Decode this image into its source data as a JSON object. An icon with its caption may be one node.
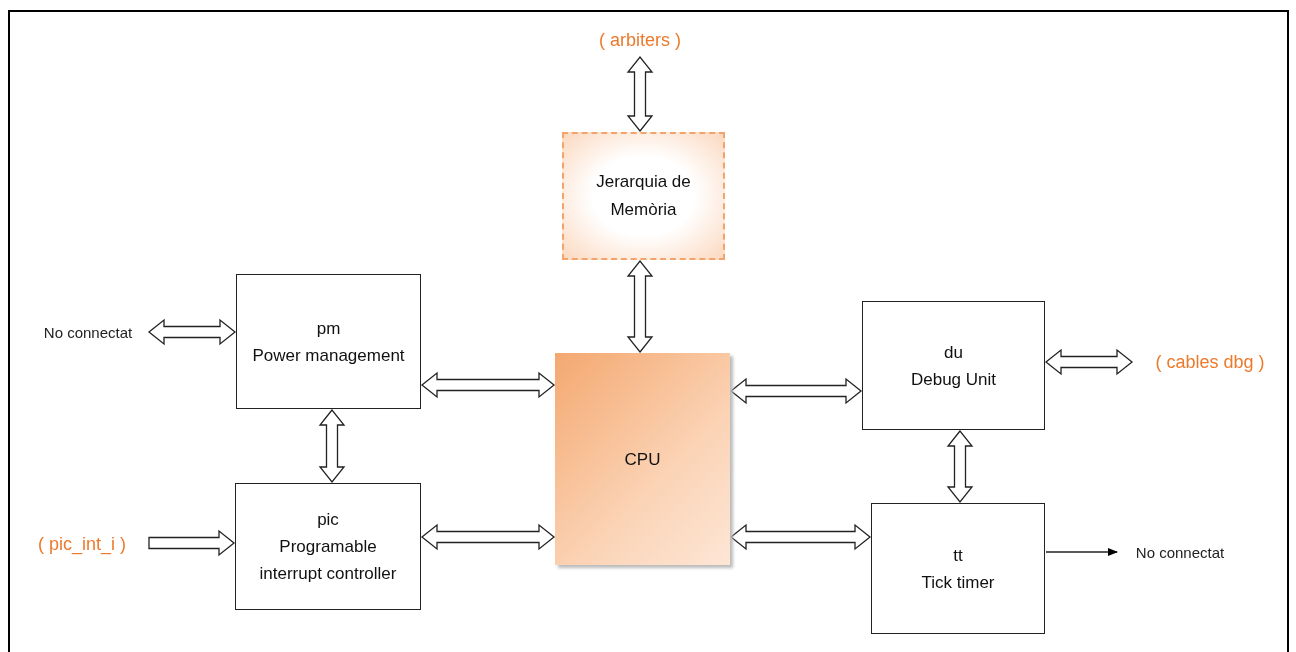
{
  "diagram": {
    "nodes": [
      {
        "text": [
          "( arbiters )"
        ]
      },
      {
        "text": [
          "Jerarquia de Memòria"
        ]
      },
      {
        "text": [
          "pm",
          "Power management"
        ]
      },
      {
        "text": [
          "No connectat"
        ]
      },
      {
        "text": [
          "CPU"
        ]
      },
      {
        "text": [
          "du",
          "Debug Unit"
        ]
      },
      {
        "text": [
          "( cables dbg )"
        ]
      },
      {
        "text": [
          "pic",
          "Programable interrupt controller"
        ]
      },
      {
        "text": [
          "( pic_int_i )"
        ]
      },
      {
        "text": [
          "tt",
          "Tick timer"
        ]
      },
      {
        "text": [
          "No connectat"
        ]
      }
    ],
    "edges": [
      {
        "from": 1,
        "to": 0,
        "arrow": "both",
        "style": "thick"
      },
      {
        "from": 4,
        "to": 1,
        "arrow": "both",
        "style": "thick"
      },
      {
        "from": 3,
        "to": 2,
        "arrow": "both",
        "style": "thick"
      },
      {
        "from": 2,
        "to": 4,
        "arrow": "both",
        "style": "thick"
      },
      {
        "from": 2,
        "to": 7,
        "arrow": "both",
        "style": "thick"
      },
      {
        "from": 8,
        "to": 7,
        "arrow": "to",
        "style": "thick"
      },
      {
        "from": 7,
        "to": 4,
        "arrow": "both",
        "style": "thick"
      },
      {
        "from": 4,
        "to": 5,
        "arrow": "both",
        "style": "thick"
      },
      {
        "from": 5,
        "to": 6,
        "arrow": "both",
        "style": "thick"
      },
      {
        "from": 5,
        "to": 9,
        "arrow": "both",
        "style": "thick"
      },
      {
        "from": 4,
        "to": 9,
        "arrow": "both",
        "style": "thick"
      },
      {
        "from": 9,
        "to": 10,
        "arrow": "to"
      }
    ]
  }
}
